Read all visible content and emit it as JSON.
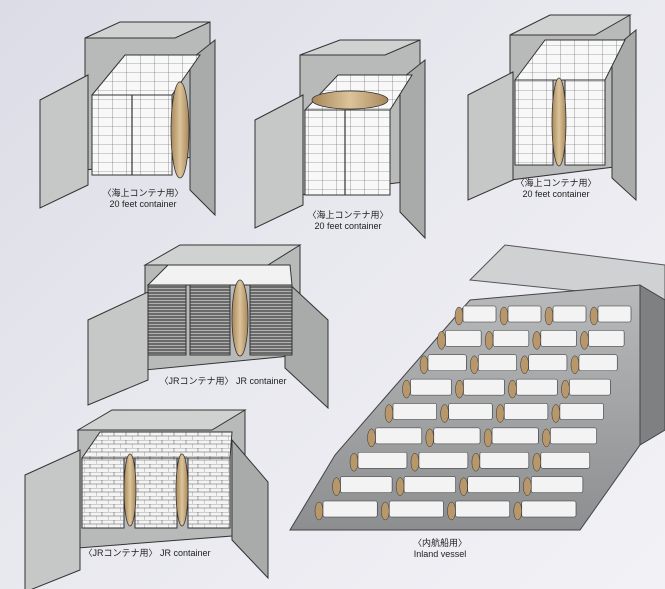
{
  "captions": {
    "c1": {
      "jp": "〈海上コンテナ用〉",
      "en": "20 feet container"
    },
    "c2": {
      "jp": "〈海上コンテナ用〉",
      "en": "20 feet container"
    },
    "c3": {
      "jp": "〈海上コンテナ用〉",
      "en": "20 feet container"
    },
    "c4": {
      "jp": "〈JRコンテナ用〉",
      "en": "JR container"
    },
    "c5": {
      "jp": "〈JRコンテナ用〉",
      "en": "JR container"
    },
    "c6": {
      "jp": "〈内航船用〉",
      "en": "Inland vessel"
    }
  },
  "colors": {
    "container_wall": "#c4c6c6",
    "container_dark": "#8e9090",
    "outline": "#333333",
    "carton": "#f7f7f7",
    "dunnage_bag": "#c8a878",
    "stack_dark": "#5a5a5a",
    "vessel_hull": "#9a9c9e"
  },
  "icons": [
    "container-icon",
    "dunnage-bag-icon",
    "inland-vessel-icon"
  ]
}
